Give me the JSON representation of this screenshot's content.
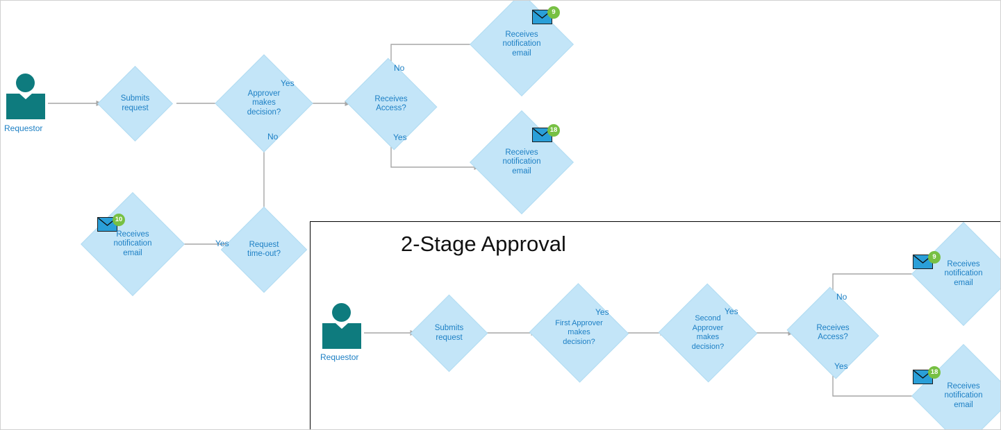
{
  "diagram": {
    "title_panel": {
      "label": "2-Stage Approval"
    },
    "single_stage": {
      "requestor": {
        "label": "Requestor",
        "icon": "person-icon"
      },
      "nodes": [
        {
          "id": "submits-request",
          "label": "Submits\nrequest"
        },
        {
          "id": "approver-makes-decision",
          "label": "Approver\nmakes\ndecision?"
        },
        {
          "id": "receives-access",
          "label": "Receives\nAccess?"
        },
        {
          "id": "receives-notification-email-no",
          "label": "Receives\nnotification\nemail"
        },
        {
          "id": "receives-notification-email-yes",
          "label": "Receives\nnotification\nemail"
        },
        {
          "id": "request-time-out",
          "label": "Request\ntime-out?"
        },
        {
          "id": "receives-notification-email-timeout",
          "label": "Receives\nnotification\nemail"
        }
      ],
      "edge_labels": [
        {
          "id": "approver-yes",
          "label": "Yes"
        },
        {
          "id": "approver-no",
          "label": "No"
        },
        {
          "id": "access-no",
          "label": "No"
        },
        {
          "id": "access-yes",
          "label": "Yes"
        },
        {
          "id": "timeout-yes",
          "label": "Yes"
        }
      ],
      "mail_badges": [
        {
          "id": "mail-badge-top",
          "count": "9"
        },
        {
          "id": "mail-badge-bottom",
          "count": "18"
        },
        {
          "id": "mail-badge-timeout",
          "count": "10"
        }
      ]
    },
    "two_stage": {
      "requestor": {
        "label": "Requestor",
        "icon": "person-icon"
      },
      "nodes": [
        {
          "id": "submits-request-2",
          "label": "Submits\nrequest"
        },
        {
          "id": "first-approver-makes-decision",
          "label": "First Approver\nmakes\ndecision?"
        },
        {
          "id": "second-approver-makes-decision",
          "label": "Second\nApprover\nmakes\ndecision?"
        },
        {
          "id": "receives-access-2",
          "label": "Receives\nAccess?"
        },
        {
          "id": "receives-notification-email-no-2",
          "label": "Receives\nnotification\nemail"
        },
        {
          "id": "receives-notification-email-yes-2",
          "label": "Receives\nnotification\nemail"
        }
      ],
      "edge_labels": [
        {
          "id": "first-approver-yes",
          "label": "Yes"
        },
        {
          "id": "second-approver-yes",
          "label": "Yes"
        },
        {
          "id": "access-no-2",
          "label": "No"
        },
        {
          "id": "access-yes-2",
          "label": "Yes"
        }
      ],
      "mail_badges": [
        {
          "id": "mail-badge-top-2",
          "count": "9"
        },
        {
          "id": "mail-badge-bottom-2",
          "count": "18"
        }
      ]
    },
    "colors": {
      "diamond_fill": "#c3e5f8",
      "diamond_border": "#b2dcf2",
      "text_blue": "#1c7fc4",
      "person_teal": "#0e7b7e",
      "connector_gray": "#a6a6a6",
      "badge_green": "#77c043",
      "envelope_blue": "#2a9fd8",
      "panel_border": "#000000"
    }
  }
}
